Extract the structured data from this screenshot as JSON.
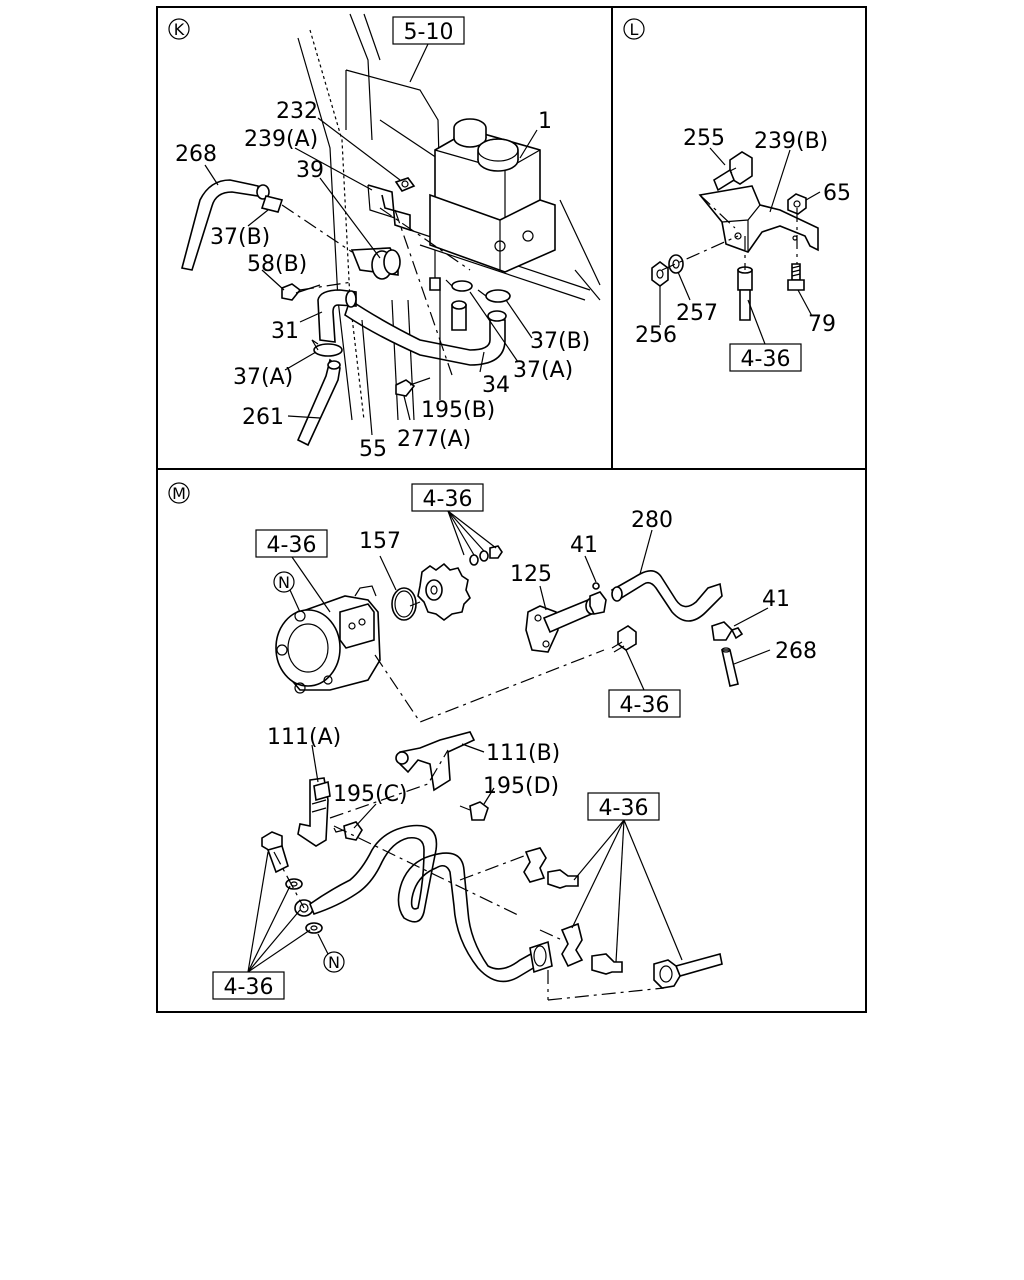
{
  "panels": {
    "K": {
      "letter": "K",
      "ref_box": "5-10",
      "labels": {
        "p232": "232",
        "p239a": "239(A)",
        "p268": "268",
        "p39": "39",
        "p1": "1",
        "p37b_left": "37(B)",
        "p58b": "58(B)",
        "p31": "31",
        "p37a_left": "37(A)",
        "p261": "261",
        "p55": "55",
        "p277a": "277(A)",
        "p195b": "195(B)",
        "p34": "34",
        "p37a_right": "37(A)",
        "p37b_right": "37(B)"
      }
    },
    "L": {
      "letter": "L",
      "ref_box": "4-36",
      "labels": {
        "p255": "255",
        "p239b": "239(B)",
        "p65": "65",
        "p257": "257",
        "p256": "256",
        "p79": "79"
      }
    },
    "M": {
      "letter": "M",
      "circle_n": "N",
      "ref_boxes": {
        "gear": "4-36",
        "pump": "4-36",
        "fitting": "4-36",
        "clamps": "4-36",
        "banjo": "4-36"
      },
      "labels": {
        "p157": "157",
        "p41_top": "41",
        "p280": "280",
        "p125": "125",
        "p41_right": "41",
        "p268": "268",
        "p111a": "111(A)",
        "p111b": "111(B)",
        "p195c": "195(C)",
        "p195d": "195(D)"
      }
    }
  }
}
